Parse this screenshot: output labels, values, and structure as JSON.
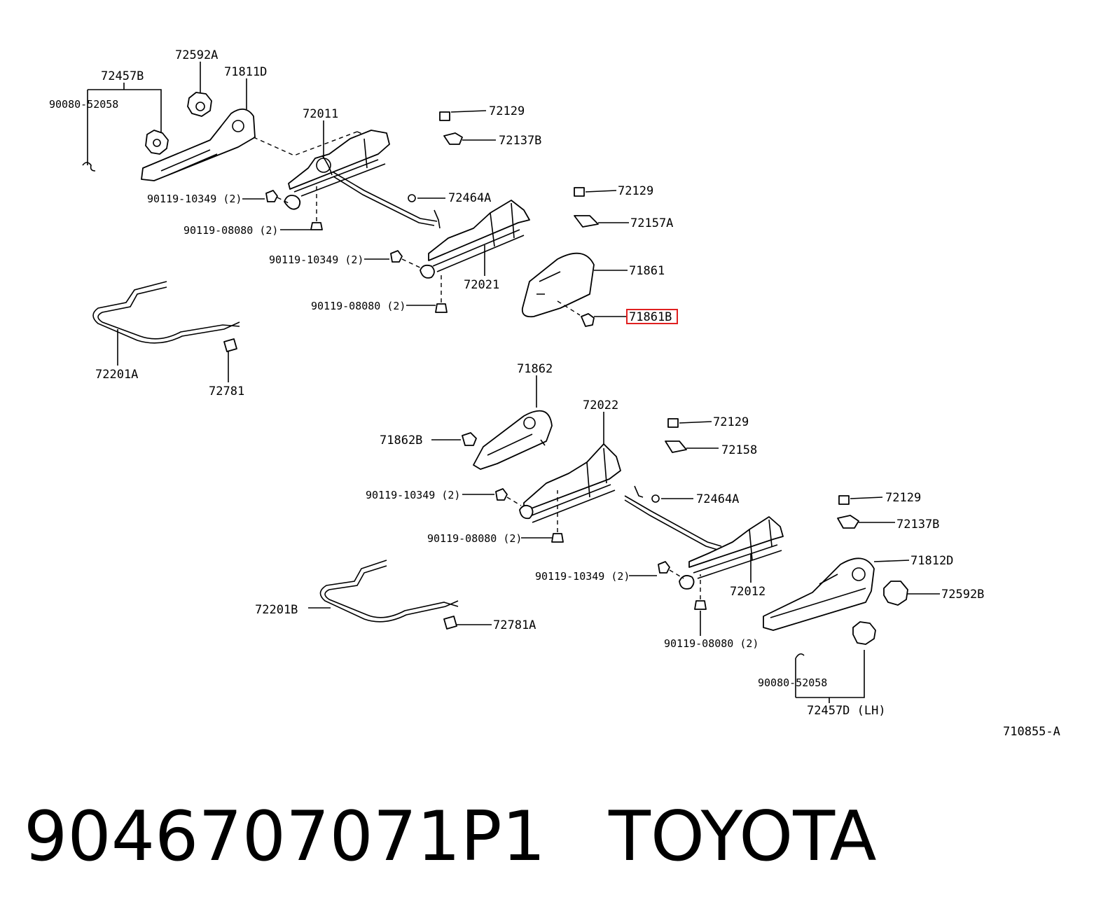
{
  "diagram": {
    "figure_id": "710855-A",
    "labels": {
      "l72592A": "72592A",
      "l72457B": "72457B",
      "l71811D": "71811D",
      "l90080a": "90080-52058",
      "l72011": "72011",
      "l72129a": "72129",
      "l72137Ba": "72137B",
      "l90119_10349a": "90119-10349 (2)",
      "l72464Aa": "72464A",
      "l72129b": "72129",
      "l72157A": "72157A",
      "l90119_08080a": "90119-08080 (2)",
      "l90119_10349b": "90119-10349 (2)",
      "l72021": "72021",
      "l71861": "71861",
      "l90119_08080b": "90119-08080 (2)",
      "l71861B": "71861B",
      "l72201A": "72201A",
      "l72781": "72781",
      "l71862": "71862",
      "l72022": "72022",
      "l72129c": "72129",
      "l71862B": "71862B",
      "l72158": "72158",
      "l90119_10349c": "90119-10349 (2)",
      "l72464Ab": "72464A",
      "l72129d": "72129",
      "l72137Bb": "72137B",
      "l90119_08080c": "90119-08080 (2)",
      "l71812D": "71812D",
      "l90119_10349d": "90119-10349 (2)",
      "l72012": "72012",
      "l72592B": "72592B",
      "l72201B": "72201B",
      "l72781A": "72781A",
      "l90119_08080d": "90119-08080 (2)",
      "l90080b": "90080-52058",
      "l72457D": "72457D (LH)"
    }
  },
  "footer": {
    "part_number": "9046707071P1",
    "brand": "TOYOTA"
  }
}
